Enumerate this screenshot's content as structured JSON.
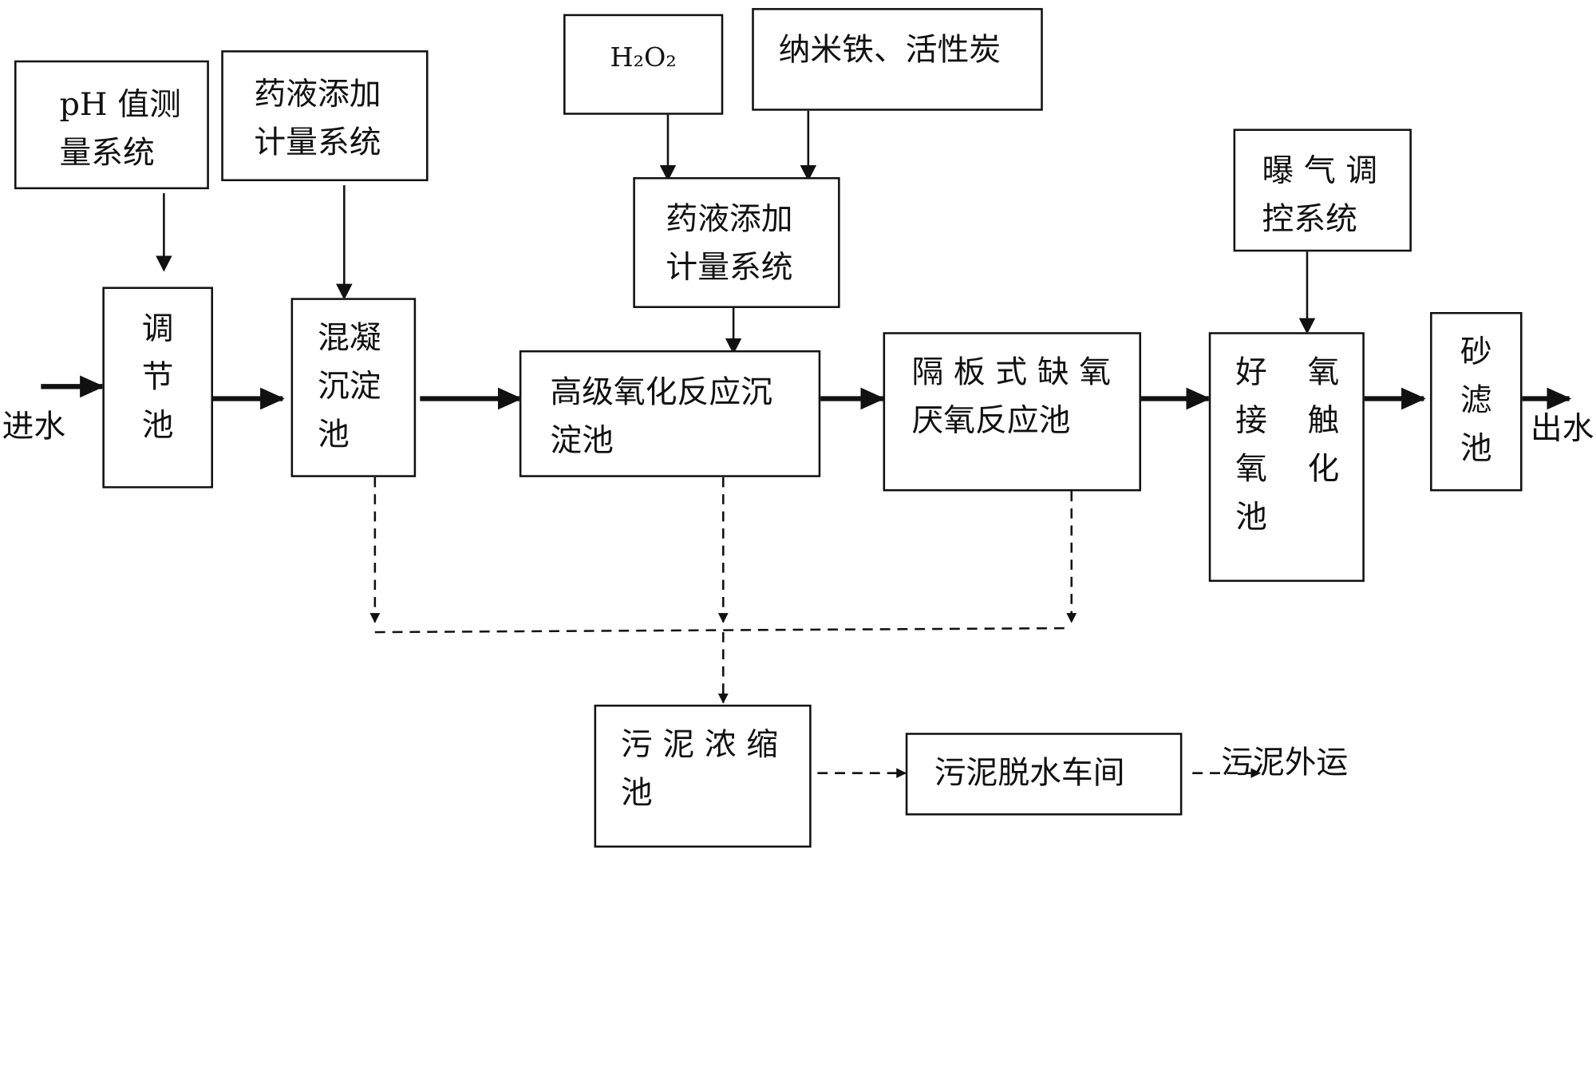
{
  "nodes": {
    "ph_measure": {
      "line1": "pH 值测",
      "line2": "量系统"
    },
    "dosing_1": {
      "line1": "药液添加",
      "line2": "计量系统"
    },
    "h2o2": {
      "label": "H₂O₂"
    },
    "nano_iron": {
      "label": "纳米铁、活性炭"
    },
    "dosing_2": {
      "line1": "药液添加",
      "line2": "计量系统"
    },
    "aeration": {
      "line1": "曝 气 调",
      "line2": "控系统"
    },
    "regulating_tank": {
      "line1": "调",
      "line2": "节",
      "line3": "池"
    },
    "coagulation_tank": {
      "line1": "混凝",
      "line2": "沉淀",
      "line3": "池"
    },
    "advanced_oxidation_tank": {
      "line1": "高级氧化反应沉",
      "line2": "淀池"
    },
    "baffled_anoxic_tank": {
      "line1": "隔 板 式 缺 氧",
      "line2": "厌氧反应池"
    },
    "aerobic_contact_tank": {
      "line1": "好    氧",
      "line2": "接    触",
      "line3": "氧    化",
      "line4": "池"
    },
    "sand_filter": {
      "line1": "砂",
      "line2": "滤",
      "line3": "池"
    },
    "sludge_thickener": {
      "line1": "污 泥 浓 缩",
      "line2": "池"
    },
    "sludge_dewatering": {
      "label": "污泥脱水车间"
    }
  },
  "labels": {
    "inlet": "进水",
    "outlet": "出水",
    "sludge_out": "污泥外运"
  }
}
